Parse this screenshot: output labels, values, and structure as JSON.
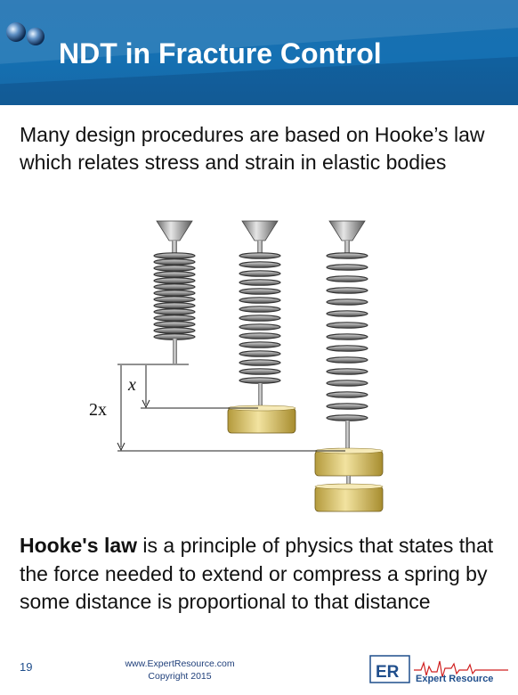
{
  "slide": {
    "title": "NDT in Fracture Control",
    "intro": "Many design procedures are based on Hooke’s law which relates stress and strain in elastic bodies",
    "hooke_bold": "Hooke's law",
    "hooke_rest": " is a principle of physics that states that the force needed to extend or compress a spring by some distance is proportional to that distance",
    "page_number": "19",
    "footer_url": "www.ExpertResource.com",
    "footer_copyright": "Copyright 2015"
  },
  "diagram": {
    "label_x": "x",
    "label_2x": "2x"
  },
  "logo": {
    "initials": "ER",
    "name": "Expert Resource",
    "brand_color": "#1f4e8c",
    "accent_color": "#d02020"
  }
}
